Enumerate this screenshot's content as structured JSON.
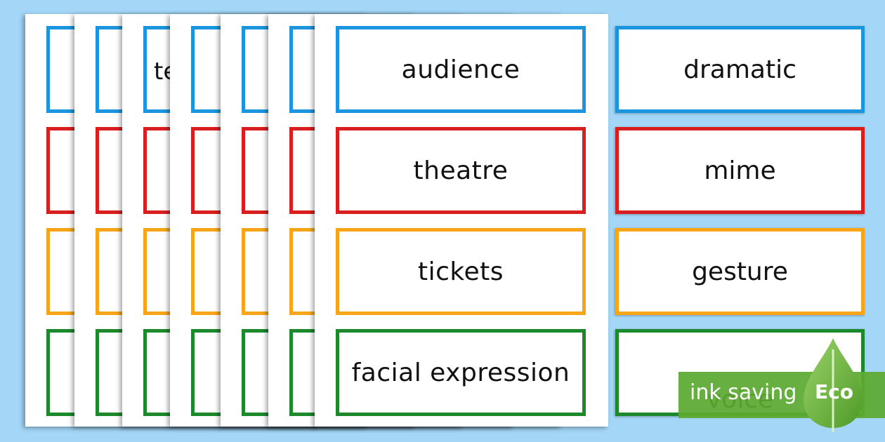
{
  "stack": {
    "peek_text": "te",
    "front_cards": [
      {
        "word": "audience",
        "color": "#1a95de"
      },
      {
        "word": "theatre",
        "color": "#d81e1e"
      },
      {
        "word": "tickets",
        "color": "#f6a519"
      },
      {
        "word": "facial expression",
        "color": "#1c8a2c"
      }
    ]
  },
  "loose_cards": [
    {
      "word": "dramatic",
      "color": "#1a95de"
    },
    {
      "word": "mime",
      "color": "#d81e1e"
    },
    {
      "word": "gesture",
      "color": "#f6a519"
    },
    {
      "word": "voice",
      "color": "#1c8a2c"
    }
  ],
  "eco_badge": {
    "label": "ink saving",
    "badge": "Eco",
    "color": "#5caa32"
  },
  "colors": {
    "background": "#a3d6f7",
    "blue": "#1a95de",
    "red": "#d81e1e",
    "orange": "#f6a519",
    "green": "#1c8a2c"
  }
}
